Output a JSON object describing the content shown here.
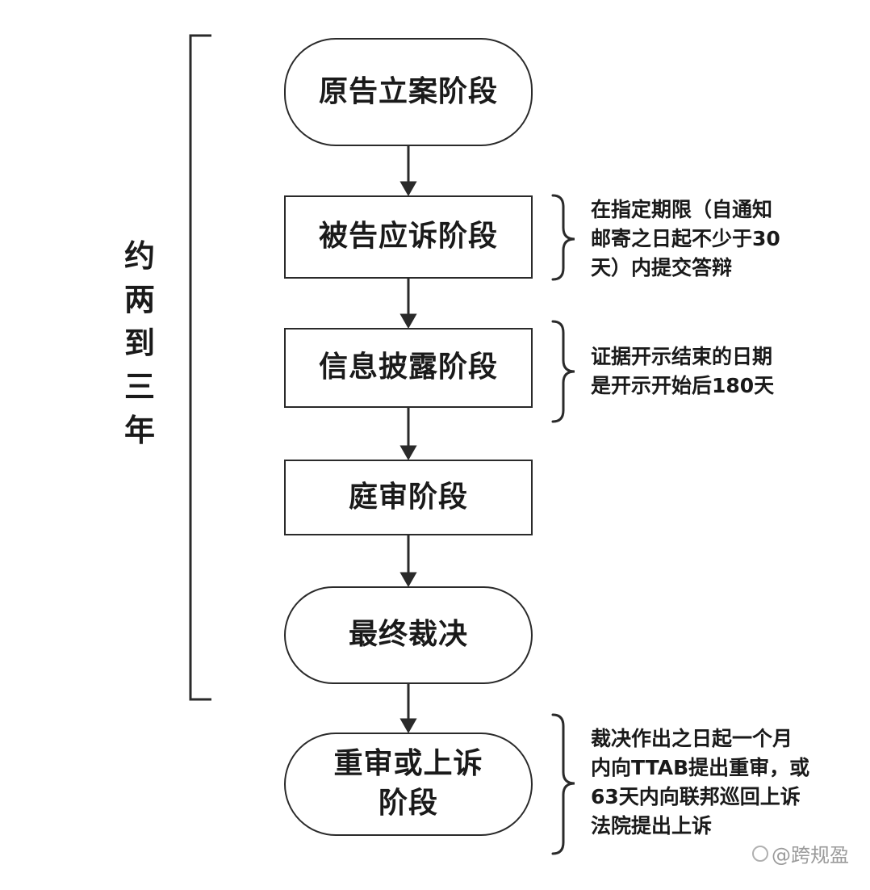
{
  "side_label": {
    "chars": [
      "约",
      "两",
      "到",
      "三",
      "年"
    ]
  },
  "nodes": [
    {
      "id": "filing",
      "label": "原告立案阶段",
      "shape": "rounded"
    },
    {
      "id": "answer",
      "label": "被告应诉阶段",
      "shape": "rect"
    },
    {
      "id": "discovery",
      "label": "信息披露阶段",
      "shape": "rect"
    },
    {
      "id": "trial",
      "label": "庭审阶段",
      "shape": "rect"
    },
    {
      "id": "decision",
      "label": "最终裁决",
      "shape": "rounded"
    },
    {
      "id": "appeal",
      "label_lines": [
        "重审或上诉",
        "阶段"
      ],
      "shape": "rounded"
    }
  ],
  "notes": {
    "answer": [
      "在指定期限（自通知",
      "邮寄之日起不少于30",
      "天）内提交答辩"
    ],
    "discovery": [
      "证据开示结束的日期",
      "是开示开始后180天"
    ],
    "appeal": [
      "裁决作出之日起一个月",
      "内向TTAB提出重审，或",
      "63天内向联邦巡回上诉",
      "法院提出上诉"
    ]
  },
  "watermark": {
    "text": "@跨规盈",
    "icon": "paw-icon"
  }
}
